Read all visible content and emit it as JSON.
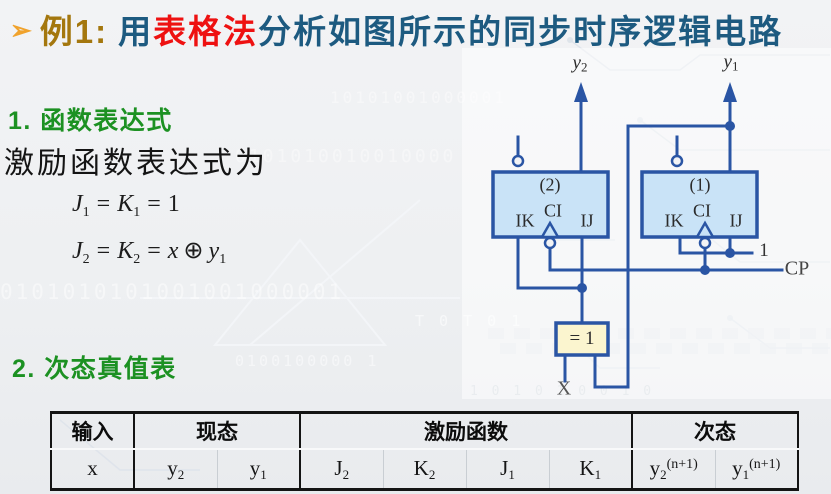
{
  "title": {
    "bullet": "➢",
    "example_label": "例1:",
    "seg_normal1": "用",
    "seg_highlight": "表格法",
    "seg_normal2": "分析如图所示的同步时序逻辑电路",
    "colors": {
      "bullet": "#f0a22c",
      "example": "#a4770e",
      "normal": "#1d5a80",
      "highlight": "#ee1111"
    }
  },
  "section1": {
    "heading": "1. 函数表达式",
    "body": "激励函数表达式为"
  },
  "formulas": {
    "f1": {
      "lhs": "J",
      "lhs_sub": "1",
      "eq1": "=",
      "mid": "K",
      "mid_sub": "1",
      "eq2": "=",
      "rhs": "1"
    },
    "f2": {
      "lhs": "J",
      "lhs_sub": "2",
      "eq1": "=",
      "mid": "K",
      "mid_sub": "2",
      "eq2": "=",
      "rhs_var": "x",
      "op": "⊕",
      "rhs2": "y",
      "rhs2_sub": "1"
    }
  },
  "section2": {
    "heading": "2. 次态真值表"
  },
  "circuit": {
    "ff2": {
      "id": "(2)",
      "pin_k": "IK",
      "pin_c": "CI",
      "pin_j": "IJ"
    },
    "ff1": {
      "id": "(1)",
      "pin_k": "IK",
      "pin_c": "CI",
      "pin_j": "IJ"
    },
    "out2": {
      "base": "y",
      "sub": "2"
    },
    "out1": {
      "base": "y",
      "sub": "1"
    },
    "xor_label": "= 1",
    "x_label": "X",
    "clock_label": "CP",
    "const_label": "1",
    "colors": {
      "line": "#2a55a4",
      "ff_fill": "#c9e3f7",
      "xor_fill": "#fbf5cf"
    }
  },
  "table": {
    "groups": [
      {
        "label": "输入"
      },
      {
        "label": "现态"
      },
      {
        "label": "激励函数"
      },
      {
        "label": "次态"
      }
    ],
    "columns": [
      {
        "base": "x",
        "sub": "",
        "sup": ""
      },
      {
        "base": "y",
        "sub": "2",
        "sup": ""
      },
      {
        "base": "y",
        "sub": "1",
        "sup": ""
      },
      {
        "base": "J",
        "sub": "2",
        "sup": ""
      },
      {
        "base": "K",
        "sub": "2",
        "sup": ""
      },
      {
        "base": "J",
        "sub": "1",
        "sup": ""
      },
      {
        "base": "K",
        "sub": "1",
        "sup": ""
      },
      {
        "base": "y",
        "sub": "2",
        "sup": "(n+1)"
      },
      {
        "base": "y",
        "sub": "1",
        "sup": "(n+1)"
      }
    ]
  },
  "watermarks": [
    "0101010101001001000001",
    "0101010010010000",
    "10101001000001",
    "T 0 T 0 1",
    "0100100000 1",
    "1 0 1 0 1 0 0 1 0"
  ]
}
